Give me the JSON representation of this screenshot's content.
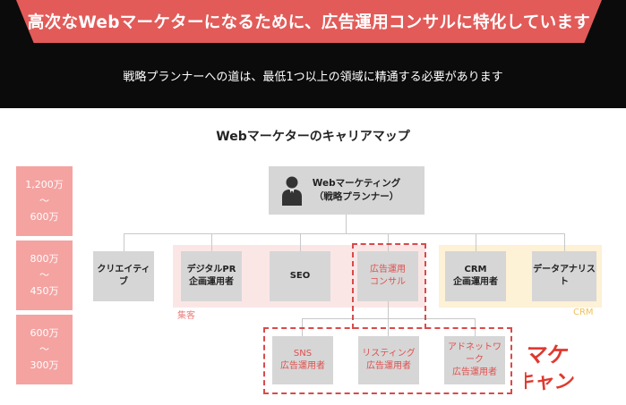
{
  "header": {
    "title": "高次なWebマーケターになるために、広告運用コンサルに特化しています",
    "subtitle": "戦略プランナーへの道は、最低1つ以上の領域に精通する必要があります"
  },
  "map": {
    "title": "Webマーケターのキャリアマップ",
    "top_role": {
      "line1": "Webマーケティング",
      "line2": "（戦略プランナー）"
    },
    "row1": [
      {
        "id": "creative",
        "line1": "クリエイティブ",
        "line2": ""
      },
      {
        "id": "digital_pr",
        "line1": "デジタルPR",
        "line2": "企画運用者"
      },
      {
        "id": "seo",
        "line1": "SEO",
        "line2": ""
      },
      {
        "id": "ad_consul",
        "line1": "広告運用",
        "line2": "コンサル"
      },
      {
        "id": "crm",
        "line1": "CRM",
        "line2": "企画運用者"
      },
      {
        "id": "data_analyst",
        "line1": "データアナリスト",
        "line2": ""
      }
    ],
    "row2": [
      {
        "id": "sns",
        "line1": "SNS",
        "line2": "広告運用者"
      },
      {
        "id": "listing",
        "line1": "リスティング",
        "line2": "広告運用者"
      },
      {
        "id": "adnetwork",
        "line1": "アドネットワーク",
        "line2": "広告運用者"
      }
    ],
    "zones": {
      "shukyaku": "集客",
      "crm": "CRM"
    },
    "salary": [
      {
        "high": "1,200万",
        "sep": "〜",
        "low": "600万"
      },
      {
        "high": "800万",
        "sep": "〜",
        "low": "450万"
      },
      {
        "high": "600万",
        "sep": "〜",
        "low": "300万"
      }
    ]
  },
  "logo": {
    "line1": "マケ",
    "line2": "キャン"
  },
  "colors": {
    "accent": "#e25b59",
    "salary": "#f4a3a1",
    "box": "#d6d6d6",
    "zone_pink": "#fbe6e6",
    "zone_yellow": "#fdf1d6"
  },
  "icons": {
    "person": "businessman-icon"
  }
}
